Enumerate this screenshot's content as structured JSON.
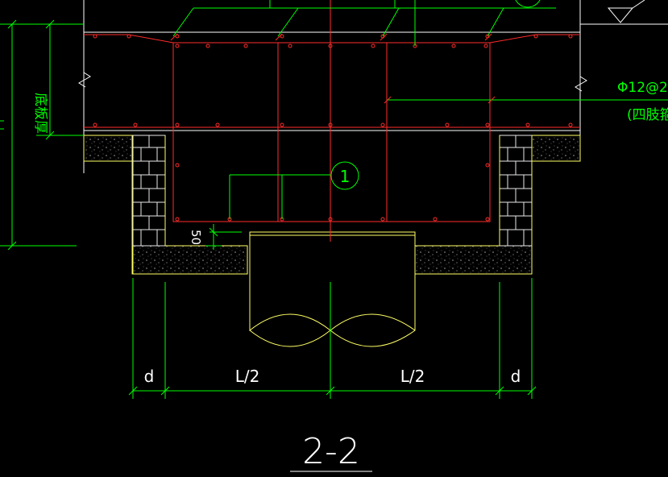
{
  "drawing": {
    "section_title": "2-2",
    "side_label": "底板厚",
    "callout_number": "1",
    "rebar_spec": "Φ12@2",
    "rebar_note": "(四肢箍",
    "dim_50": "50",
    "dim_d_left": "d",
    "dim_half_left": "L/2",
    "dim_half_right": "L/2",
    "dim_d_right": "d"
  },
  "colors": {
    "background": "#000000",
    "concrete_outline": "#ffffff",
    "rebar": "#ff2b2b",
    "dimension": "#00ff00",
    "masonry": "#e8e8e8",
    "pile": "#ffff66",
    "section_title": "#ffffff"
  }
}
